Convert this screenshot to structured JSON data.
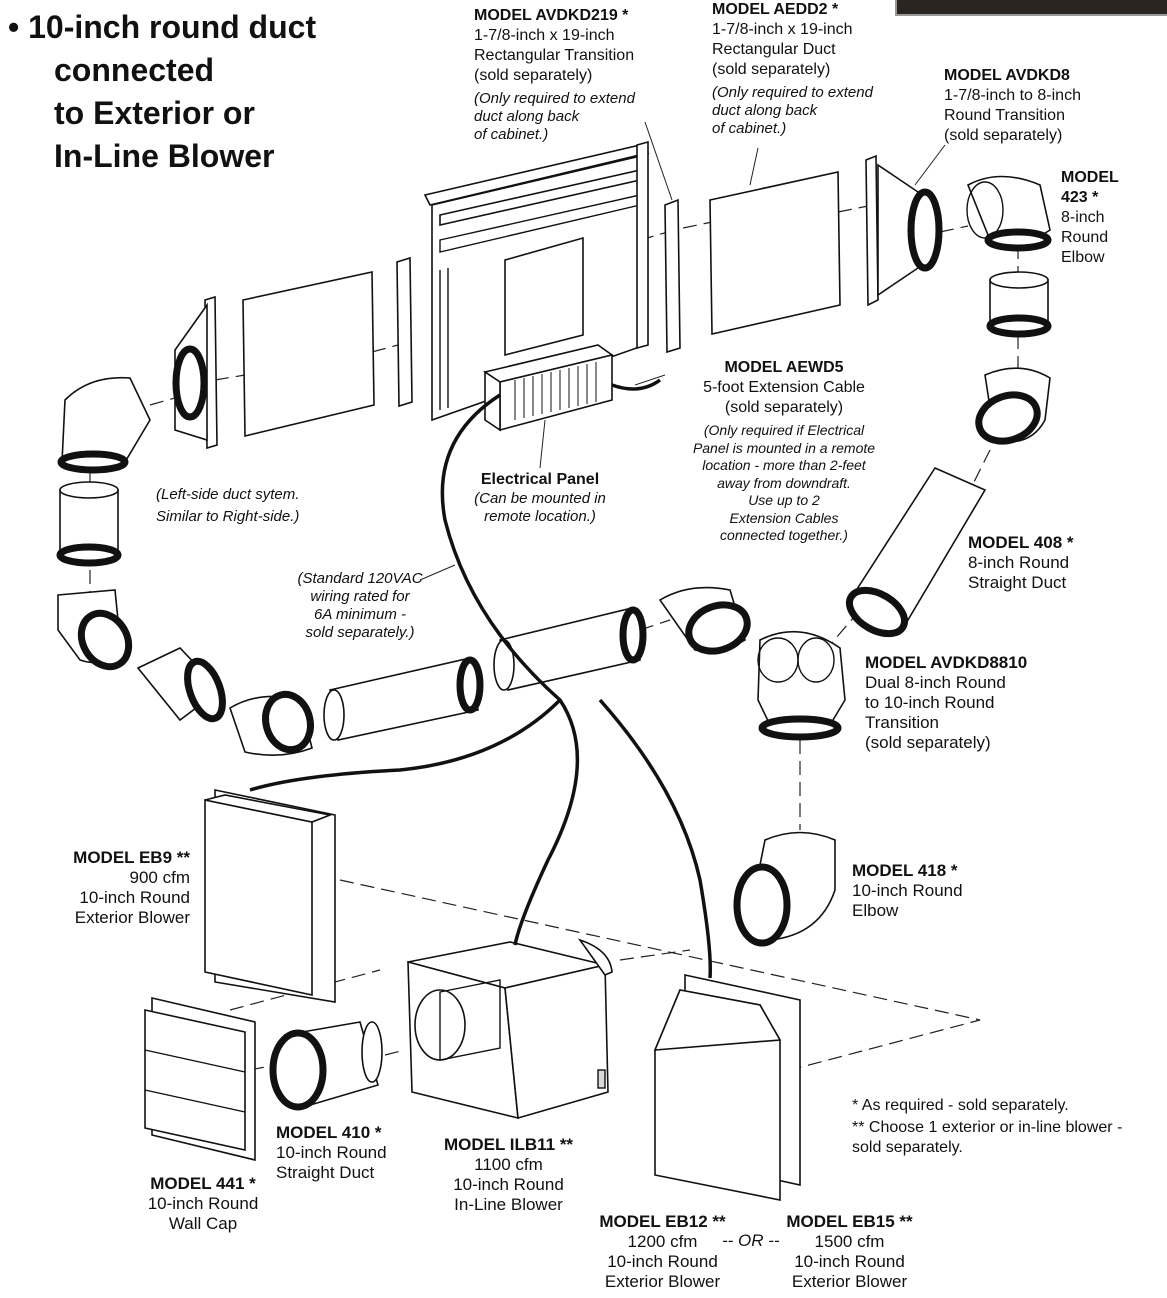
{
  "title": [
    "• 10-inch round duct",
    "connected",
    "to Exterior or",
    "In-Line Blower"
  ],
  "labels": {
    "avdkd219": {
      "model": "MODEL AVDKD219 *",
      "lines": [
        "1-7/8-inch x 19-inch",
        "Rectangular Transition",
        "(sold separately)"
      ],
      "note": [
        "(Only required to extend",
        "duct along back",
        "of cabinet.)"
      ]
    },
    "aedd2": {
      "model": "MODEL AEDD2 *",
      "lines": [
        "1-7/8-inch x 19-inch",
        "Rectangular Duct",
        "(sold separately)"
      ],
      "note": [
        "(Only required to extend",
        "duct along back",
        "of cabinet.)"
      ]
    },
    "avdkd8": {
      "model": "MODEL AVDKD8",
      "lines": [
        "1-7/8-inch to 8-inch",
        "Round Transition",
        "(sold separately)"
      ]
    },
    "m423": {
      "model": [
        "MODEL",
        "423 *"
      ],
      "lines": [
        "8-inch",
        "Round",
        "Elbow"
      ]
    },
    "aewd5": {
      "model": "MODEL AEWD5",
      "lines": [
        "5-foot Extension Cable",
        "(sold separately)"
      ],
      "note": [
        "(Only required if Electrical",
        "Panel is mounted in a remote",
        "location - more than 2-feet",
        "away from downdraft.",
        "Use up to 2",
        "Extension Cables",
        "connected together.)"
      ]
    },
    "panel": {
      "title": "Electrical Panel",
      "note": [
        "(Can be mounted in",
        "remote location.)"
      ]
    },
    "leftside": {
      "note": [
        "(Left-side duct sytem.",
        "Similar to Right-side.)"
      ]
    },
    "wiring": {
      "note": [
        "(Standard 120VAC",
        "wiring rated for",
        "6A minimum -",
        "sold separately.)"
      ]
    },
    "m408": {
      "model": "MODEL 408 *",
      "lines": [
        "8-inch Round",
        "Straight Duct"
      ]
    },
    "avdkd8810": {
      "model": "MODEL AVDKD8810",
      "lines": [
        "Dual 8-inch Round",
        "to 10-inch Round",
        "Transition",
        "(sold separately)"
      ]
    },
    "eb9": {
      "model": "MODEL EB9 **",
      "lines": [
        "900 cfm",
        "10-inch Round",
        "Exterior Blower"
      ]
    },
    "m418": {
      "model": "MODEL 418 *",
      "lines": [
        "10-inch Round",
        "Elbow"
      ]
    },
    "m410": {
      "model": "MODEL 410 *",
      "lines": [
        "10-inch Round",
        "Straight Duct"
      ]
    },
    "m441": {
      "model": "MODEL 441 *",
      "lines": [
        "10-inch Round",
        "Wall Cap"
      ]
    },
    "ilb11": {
      "model": "MODEL ILB11 **",
      "lines": [
        "1100 cfm",
        "10-inch Round",
        "In-Line Blower"
      ]
    },
    "eb12": {
      "model": "MODEL EB12 **",
      "lines": [
        "1200 cfm",
        "10-inch Round",
        "Exterior Blower"
      ]
    },
    "or": "-- OR --",
    "eb15": {
      "model": "MODEL EB15 **",
      "lines": [
        "1500 cfm",
        "10-inch Round",
        "Exterior Blower"
      ]
    },
    "footnotes": [
      "* As required - sold separately.",
      "** Choose 1 exterior or in-line blower -",
      "sold separately."
    ]
  }
}
